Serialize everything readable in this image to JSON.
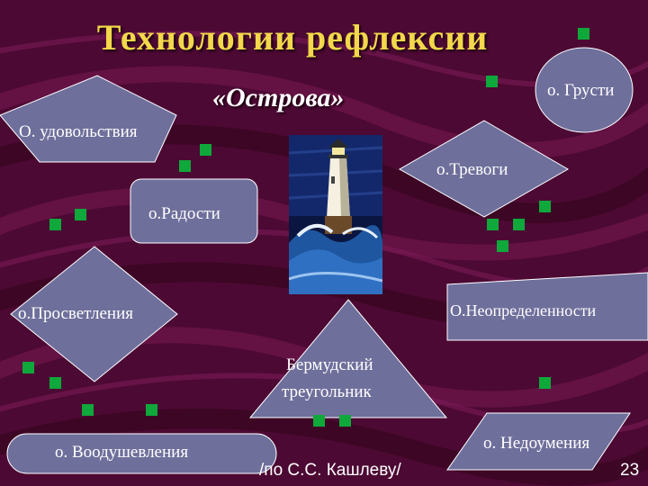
{
  "title": "Технологии рефлексии",
  "subtitle": "«Острова»",
  "islands": {
    "udovolstviya": "О. удовольствия",
    "grusti": "о. Грусти",
    "trevogi": "о.Тревоги",
    "radosti": "о.Радости",
    "prosvetleniya": "о.Просветления",
    "neopredelennosti": "О.Неопределенности",
    "bermuda_line1": "Бермудский",
    "bermuda_line2": "треугольник",
    "vooodushevleniya": "о. Воодушевления",
    "nedoumeniya": "о. Недоумения"
  },
  "footer": {
    "credit": "/по С.С. Кашлеву/",
    "page_number": "23"
  },
  "colors": {
    "background": "#4e0a35",
    "title": "#f2d84a",
    "shape_fill": "#6f6f9c",
    "marker": "#0fa83b"
  }
}
